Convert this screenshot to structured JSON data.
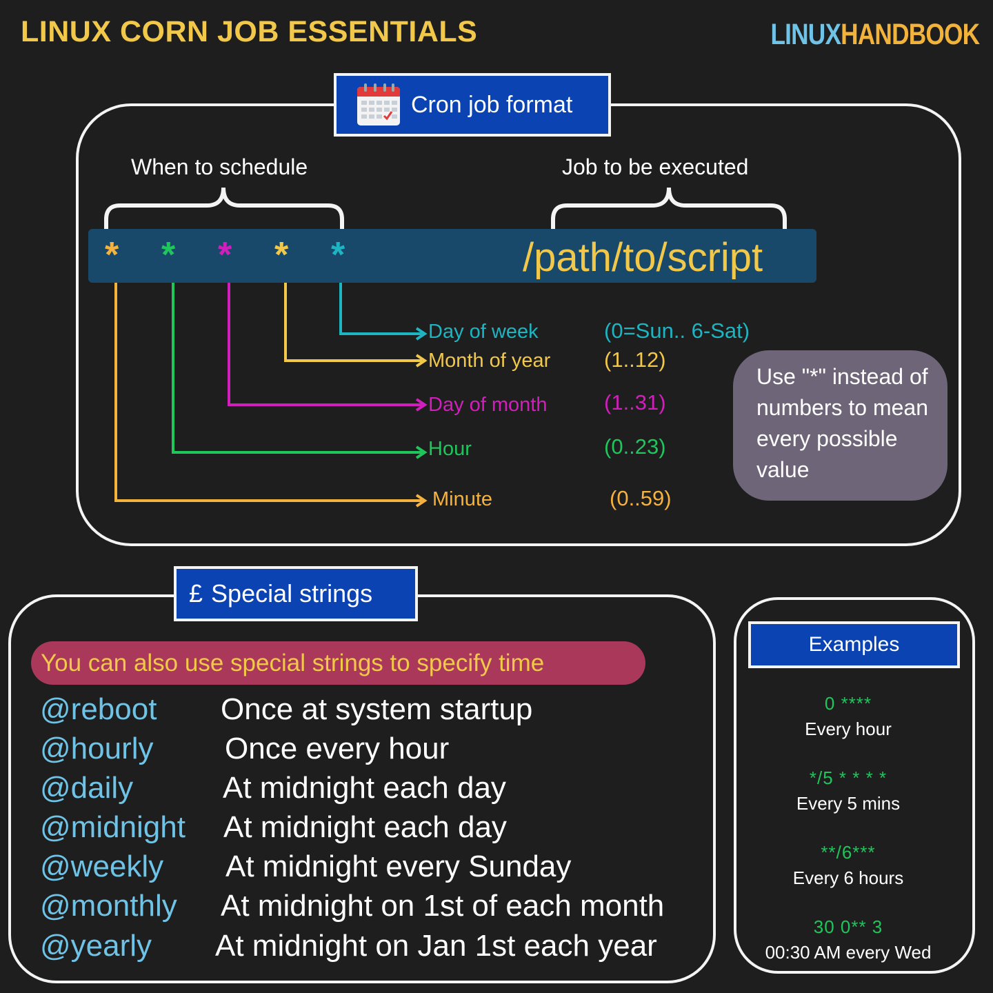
{
  "header": {
    "title": "LINUX CORN JOB ESSENTIALS",
    "brand_a": "LINUX",
    "brand_b": "HANDBOOK"
  },
  "format": {
    "tag_label": "Cron job format",
    "tag_icon": "calendar-icon",
    "when_label": "When to schedule",
    "job_label": "Job to be executed",
    "stars": [
      "*",
      "*",
      "*",
      "*",
      "*"
    ],
    "path": "/path/to/script",
    "fields": [
      {
        "label": "Day of week",
        "range": "(0=Sun.. 6-Sat)",
        "color": "#1eb5c2"
      },
      {
        "label": "Month of year",
        "range": "(1..12)",
        "color": "#f2c84b"
      },
      {
        "label": "Day of month",
        "range": "(1..31)",
        "color": "#d21ebd"
      },
      {
        "label": "Hour",
        "range": "(0..23)",
        "color": "#1fc65b"
      },
      {
        "label": "Minute",
        "range": "(0..59)",
        "color": "#f6b23f"
      }
    ],
    "note": "Use \"*\" instead of numbers to mean every possible value"
  },
  "special": {
    "tag_label": "Special strings",
    "tag_symbol": "£",
    "intro": "You can also use special strings to specify time",
    "items": [
      {
        "key": "@reboot",
        "desc": "Once at system startup"
      },
      {
        "key": "@hourly",
        "desc": "Once every hour"
      },
      {
        "key": "@daily",
        "desc": "At midnight each day"
      },
      {
        "key": "@midnight",
        "desc": "At midnight each day"
      },
      {
        "key": "@weekly",
        "desc": "At midnight every Sunday"
      },
      {
        "key": "@monthly",
        "desc": "At midnight on 1st of each month"
      },
      {
        "key": "@yearly",
        "desc": "At midnight on Jan 1st each year"
      }
    ]
  },
  "examples": {
    "title": "Examples",
    "items": [
      {
        "code": "0 ****",
        "desc": "Every hour"
      },
      {
        "code": "*/5 * * * *",
        "desc": "Every 5 mins"
      },
      {
        "code": "**/6***",
        "desc": "Every 6 hours"
      },
      {
        "code": "30 0** 3",
        "desc": "00:30 AM every Wed"
      }
    ]
  },
  "colors": {
    "title_yellow": "#f2c84b",
    "tag_blue": "#0b43b3",
    "bar_teal": "#19496a",
    "key_blue": "#6ec3e6",
    "pill_red": "#a9385a",
    "note_gray": "#6e6578",
    "code_green": "#1fc65b"
  }
}
